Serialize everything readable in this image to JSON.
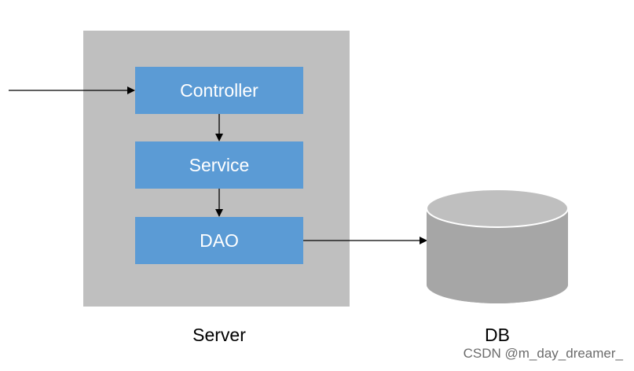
{
  "diagram": {
    "layers": {
      "controller": "Controller",
      "service": "Service",
      "dao": "DAO"
    },
    "captions": {
      "server": "Server",
      "db": "DB"
    },
    "colors": {
      "server_box": "#bfbfbf",
      "layer_fill": "#5b9bd5",
      "layer_text": "#ffffff",
      "db_cylinder": "#a6a6a6",
      "arrow": "#000000"
    }
  },
  "watermark": "CSDN @m_day_dreamer_"
}
